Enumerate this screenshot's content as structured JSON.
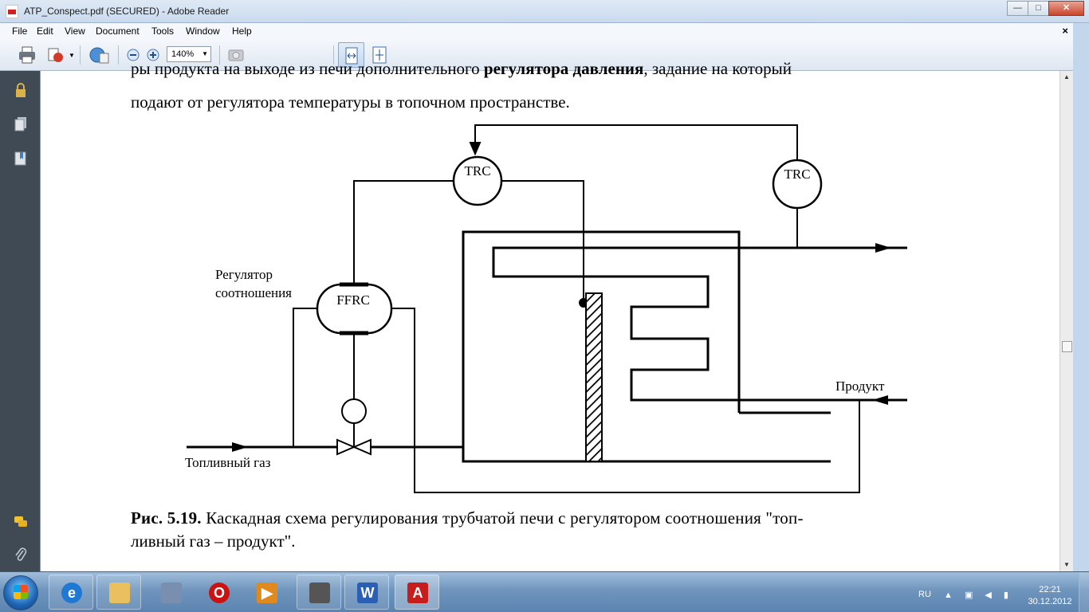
{
  "window": {
    "title": "ATP_Conspect.pdf (SECURED) - Adobe Reader",
    "min_symbol": "—",
    "max_symbol": "□",
    "close_symbol": "✕"
  },
  "menu": {
    "items": [
      "File",
      "Edit",
      "View",
      "Document",
      "Tools",
      "Window",
      "Help"
    ],
    "doc_close": "×"
  },
  "toolbar": {
    "zoom_value": "140%",
    "zoom_arrow": "▼"
  },
  "document": {
    "line_cut": "ры продукта на выходе из печи дополнительного ",
    "line_cut_bold": "регулятора давления",
    "line_cut_rest": ", задание на который",
    "line_2": "подают от регулятора температуры в топочном пространстве.",
    "caption_label": "Рис. 5.19.",
    "caption_text": " Каскадная схема регулирования трубчатой печи с регулятором соотношения \"топ-",
    "caption_text_2": "ливный газ – продукт\"."
  },
  "diagram": {
    "trc_left": "TRC",
    "trc_right": "TRC",
    "ffrc": "FFRC",
    "ratio_regulator_line1": "Регулятор",
    "ratio_regulator_line2": "соотношения",
    "fuel_gas": "Топливный газ",
    "product": "Продукт"
  },
  "taskbar": {
    "lang": "RU",
    "tray_icons": "▲ ▣ ◀ ▮",
    "time": "22:21",
    "date": "30.12.2012",
    "apps": [
      {
        "name": "ie",
        "glyph": "e",
        "color": "#1f78d1"
      },
      {
        "name": "explorer",
        "glyph": "",
        "color": "#e8c060"
      },
      {
        "name": "tool",
        "glyph": "",
        "color": "#7a8fb0"
      },
      {
        "name": "opera",
        "glyph": "O",
        "color": "#cc1111"
      },
      {
        "name": "media",
        "glyph": "▶",
        "color": "#e08a1e"
      },
      {
        "name": "scanner",
        "glyph": "",
        "color": "#555555"
      },
      {
        "name": "word",
        "glyph": "W",
        "color": "#2b5fb4"
      },
      {
        "name": "adobe-reader",
        "glyph": "A",
        "color": "#c61d1d"
      }
    ]
  }
}
